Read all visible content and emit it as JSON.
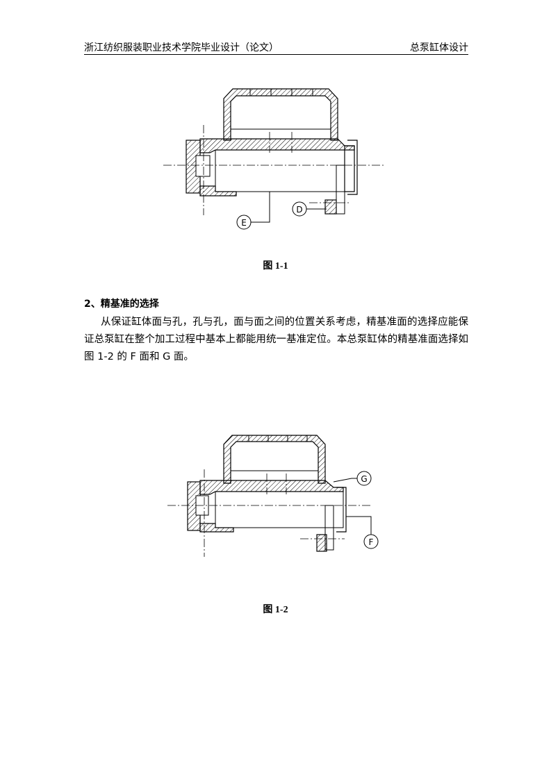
{
  "header": {
    "left": "浙江纺织服装职业技术学院毕业设计（论文）",
    "right": "总泵缸体设计"
  },
  "figure1": {
    "caption": "图 1-1",
    "labels": {
      "e": "E",
      "d": "D"
    }
  },
  "section": {
    "heading": "2、精基准的选择",
    "paragraph": "从保证缸体面与孔，孔与孔，面与面之间的位置关系考虑，精基准面的选择应能保证总泵缸在整个加工过程中基本上都能用统一基准定位。本总泵缸体的精基准面选择如图 1-2  的 F 面和  G 面。"
  },
  "figure2": {
    "caption": "图 1-2",
    "labels": {
      "g": "G",
      "f": "F"
    }
  }
}
